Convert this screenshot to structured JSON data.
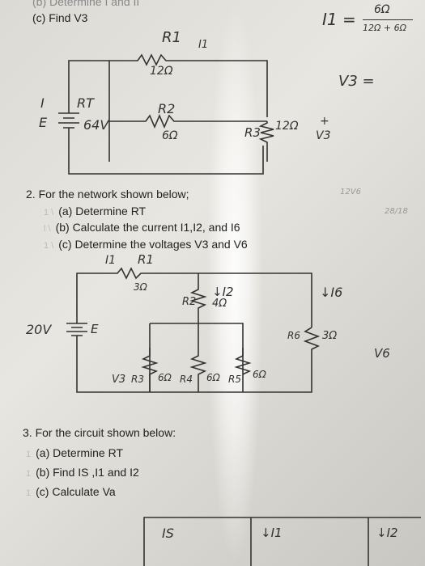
{
  "header": {
    "top_cut": "(b) Determine I and II",
    "part_c": "(c) Find V3"
  },
  "circuit1": {
    "labels": {
      "r1": "R1",
      "r1v": "12Ω",
      "i1": "I1",
      "r2": "R2",
      "r2v": "6Ω",
      "r3": "R3",
      "r3v": "12Ω",
      "v3": "V3",
      "i": "I",
      "rt": "RT",
      "e": "E",
      "src": "64V",
      "plus": "+"
    }
  },
  "side_notes": {
    "formula_left": "I1 =",
    "formula_num": "6Ω",
    "formula_den": "12Ω + 6Ω",
    "v3eq": "V3 =",
    "n1": "12V6",
    "n2": "28/18"
  },
  "q2": {
    "title": "2.  For the network shown below;",
    "items": [
      "(a) Determine RT",
      "(b) Calculate the current I1,I2, and I6",
      "(c) Determine the voltages V3 and V6"
    ]
  },
  "circuit2": {
    "labels": {
      "i1": "I1",
      "r1": "R1",
      "r1v": "3Ω",
      "i2": "↓I2",
      "r2": "R2",
      "r2v": "4Ω",
      "i6": "↓I6",
      "src": "20V",
      "e": "E",
      "r6": "R6",
      "r6v": "3Ω",
      "v6": "V6",
      "v3": "V3",
      "r3": "R3",
      "r3v": "6Ω",
      "r4": "R4",
      "r4v": "6Ω",
      "r5": "R5",
      "r5v": "6Ω"
    }
  },
  "q3": {
    "title": "3.  For the circuit shown below:",
    "items": [
      "(a) Determine RT",
      "(b) Find IS ,I1 and I2",
      "(c) Calculate Va"
    ]
  },
  "circuit3": {
    "labels": {
      "is": "IS",
      "i1": "↓I1",
      "i2": "↓I2"
    }
  }
}
